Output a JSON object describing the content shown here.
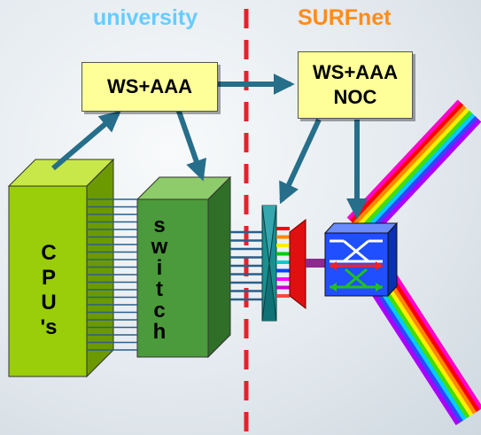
{
  "headers": {
    "left": "university",
    "right": "SURFnet"
  },
  "boxes": {
    "left": "WS+AAA",
    "right_line1": "WS+AAA",
    "right_line2": "NOC"
  },
  "blocks": {
    "cpu_letters": [
      "C",
      "P",
      "U",
      "'s"
    ],
    "switch_letters": [
      "s",
      "w",
      "i",
      "t",
      "c",
      "h"
    ]
  },
  "colors": {
    "university_header": "#66ccff",
    "surfnet_header": "#ff8c1a",
    "divider": "#e8202a",
    "arrow": "#266e8a",
    "box_fill": "#ffff99",
    "cpu_block": "#9acd0a",
    "switch_block": "#4b9a3b",
    "router_fill": "#1f4fff"
  },
  "icons": {
    "router": "optical-router-icon",
    "demux": "wavelength-demux-icon",
    "mux": "wavelength-mux-icon",
    "lightpath": "rainbow-lightpath"
  }
}
